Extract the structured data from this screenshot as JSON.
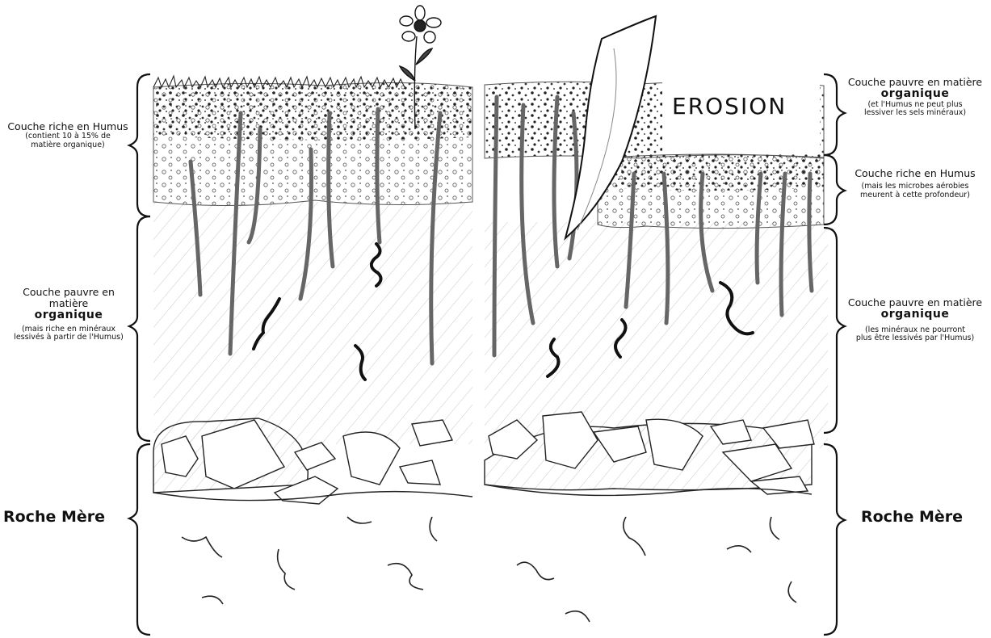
{
  "left": {
    "humus": {
      "title": "Couche riche en Humus",
      "note_line1": "(contient 10 à 15% de",
      "note_line2": "matière organique)"
    },
    "subsoil": {
      "title": "Couche pauvre en matière",
      "title_bold": "organique",
      "note_line1": "(mais riche en minéraux",
      "note_line2": "lessivés à partir de l'Humus)"
    },
    "bedrock": "Roche Mère"
  },
  "right": {
    "top": {
      "title": "Couche pauvre en matière",
      "title_bold": "organique",
      "note_line1": "(et l'Humus ne peut plus",
      "note_line2": "lessiver les sels minéraux)"
    },
    "humus": {
      "title": "Couche riche en Humus",
      "note_line1": "(mais les microbes aérobies",
      "note_line2": "meurent à cette profondeur)"
    },
    "subsoil": {
      "title": "Couche pauvre en matière",
      "title_bold": "organique",
      "note_line1": "(les minéraux ne pourront",
      "note_line2": "plus être lessivés par l'Humus)"
    },
    "bedrock": "Roche Mère"
  },
  "erosion_label": "EROSION"
}
